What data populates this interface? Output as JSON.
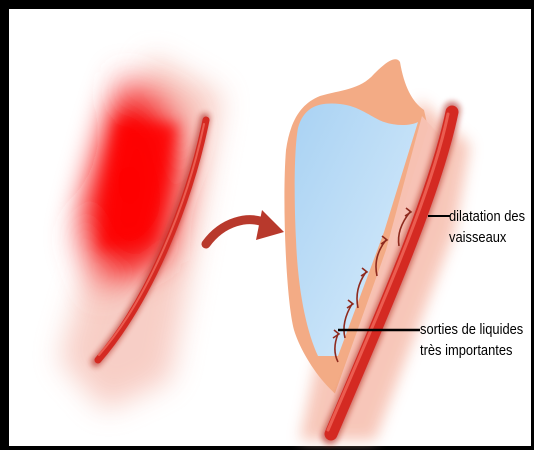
{
  "labels": {
    "dilatation": [
      "dilatation des",
      "vaisseaux"
    ],
    "sorties": [
      "sorties de liquides",
      "très importantes"
    ]
  },
  "colors": {
    "inflamed_tissue": "#ff0000",
    "vessel": "#d42a22",
    "tissue_skin": "#f3ab85",
    "tissue_inner": "#f7c2b4",
    "fluid": "#bcdcf6",
    "transition_arrow": "#b8392c",
    "frame": "#000000"
  },
  "icons": [
    "transition-arrow-icon",
    "fluid-arrow-icon"
  ]
}
